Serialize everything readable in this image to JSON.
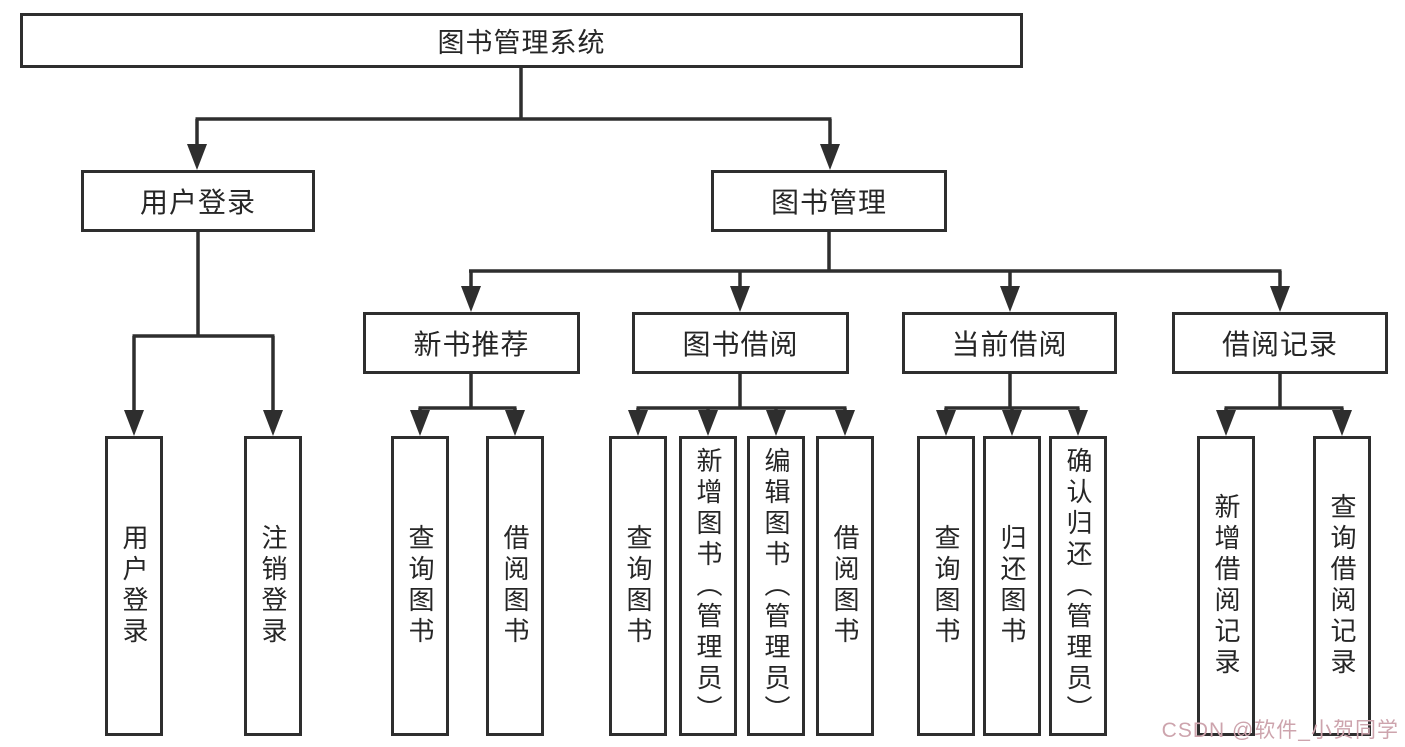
{
  "diagram": {
    "title_node": "图书管理系统",
    "root": {
      "label": "图书管理系统"
    },
    "branches": [
      {
        "label": "用户登录",
        "children": [
          {
            "label": "用户登录"
          },
          {
            "label": "注销登录"
          }
        ]
      },
      {
        "label": "图书管理",
        "children": [
          {
            "label": "新书推荐",
            "children": [
              {
                "label": "查询图书"
              },
              {
                "label": "借阅图书"
              }
            ]
          },
          {
            "label": "图书借阅",
            "children": [
              {
                "label": "查询图书"
              },
              {
                "label": "新增图书（管理员）"
              },
              {
                "label": "编辑图书（管理员）"
              },
              {
                "label": "借阅图书"
              }
            ]
          },
          {
            "label": "当前借阅",
            "children": [
              {
                "label": "查询图书"
              },
              {
                "label": "归还图书"
              },
              {
                "label": "确认归还（管理员）"
              }
            ]
          },
          {
            "label": "借阅记录",
            "children": [
              {
                "label": "新增借阅记录"
              },
              {
                "label": "查询借阅记录"
              }
            ]
          }
        ]
      }
    ],
    "watermark": "CSDN @软件_小贺同学",
    "colors": {
      "line": "#2e2e2e",
      "box_border": "#2e2e2e",
      "box_fill": "#ffffff",
      "text": "#262626",
      "watermark": "#cda4ad"
    }
  }
}
